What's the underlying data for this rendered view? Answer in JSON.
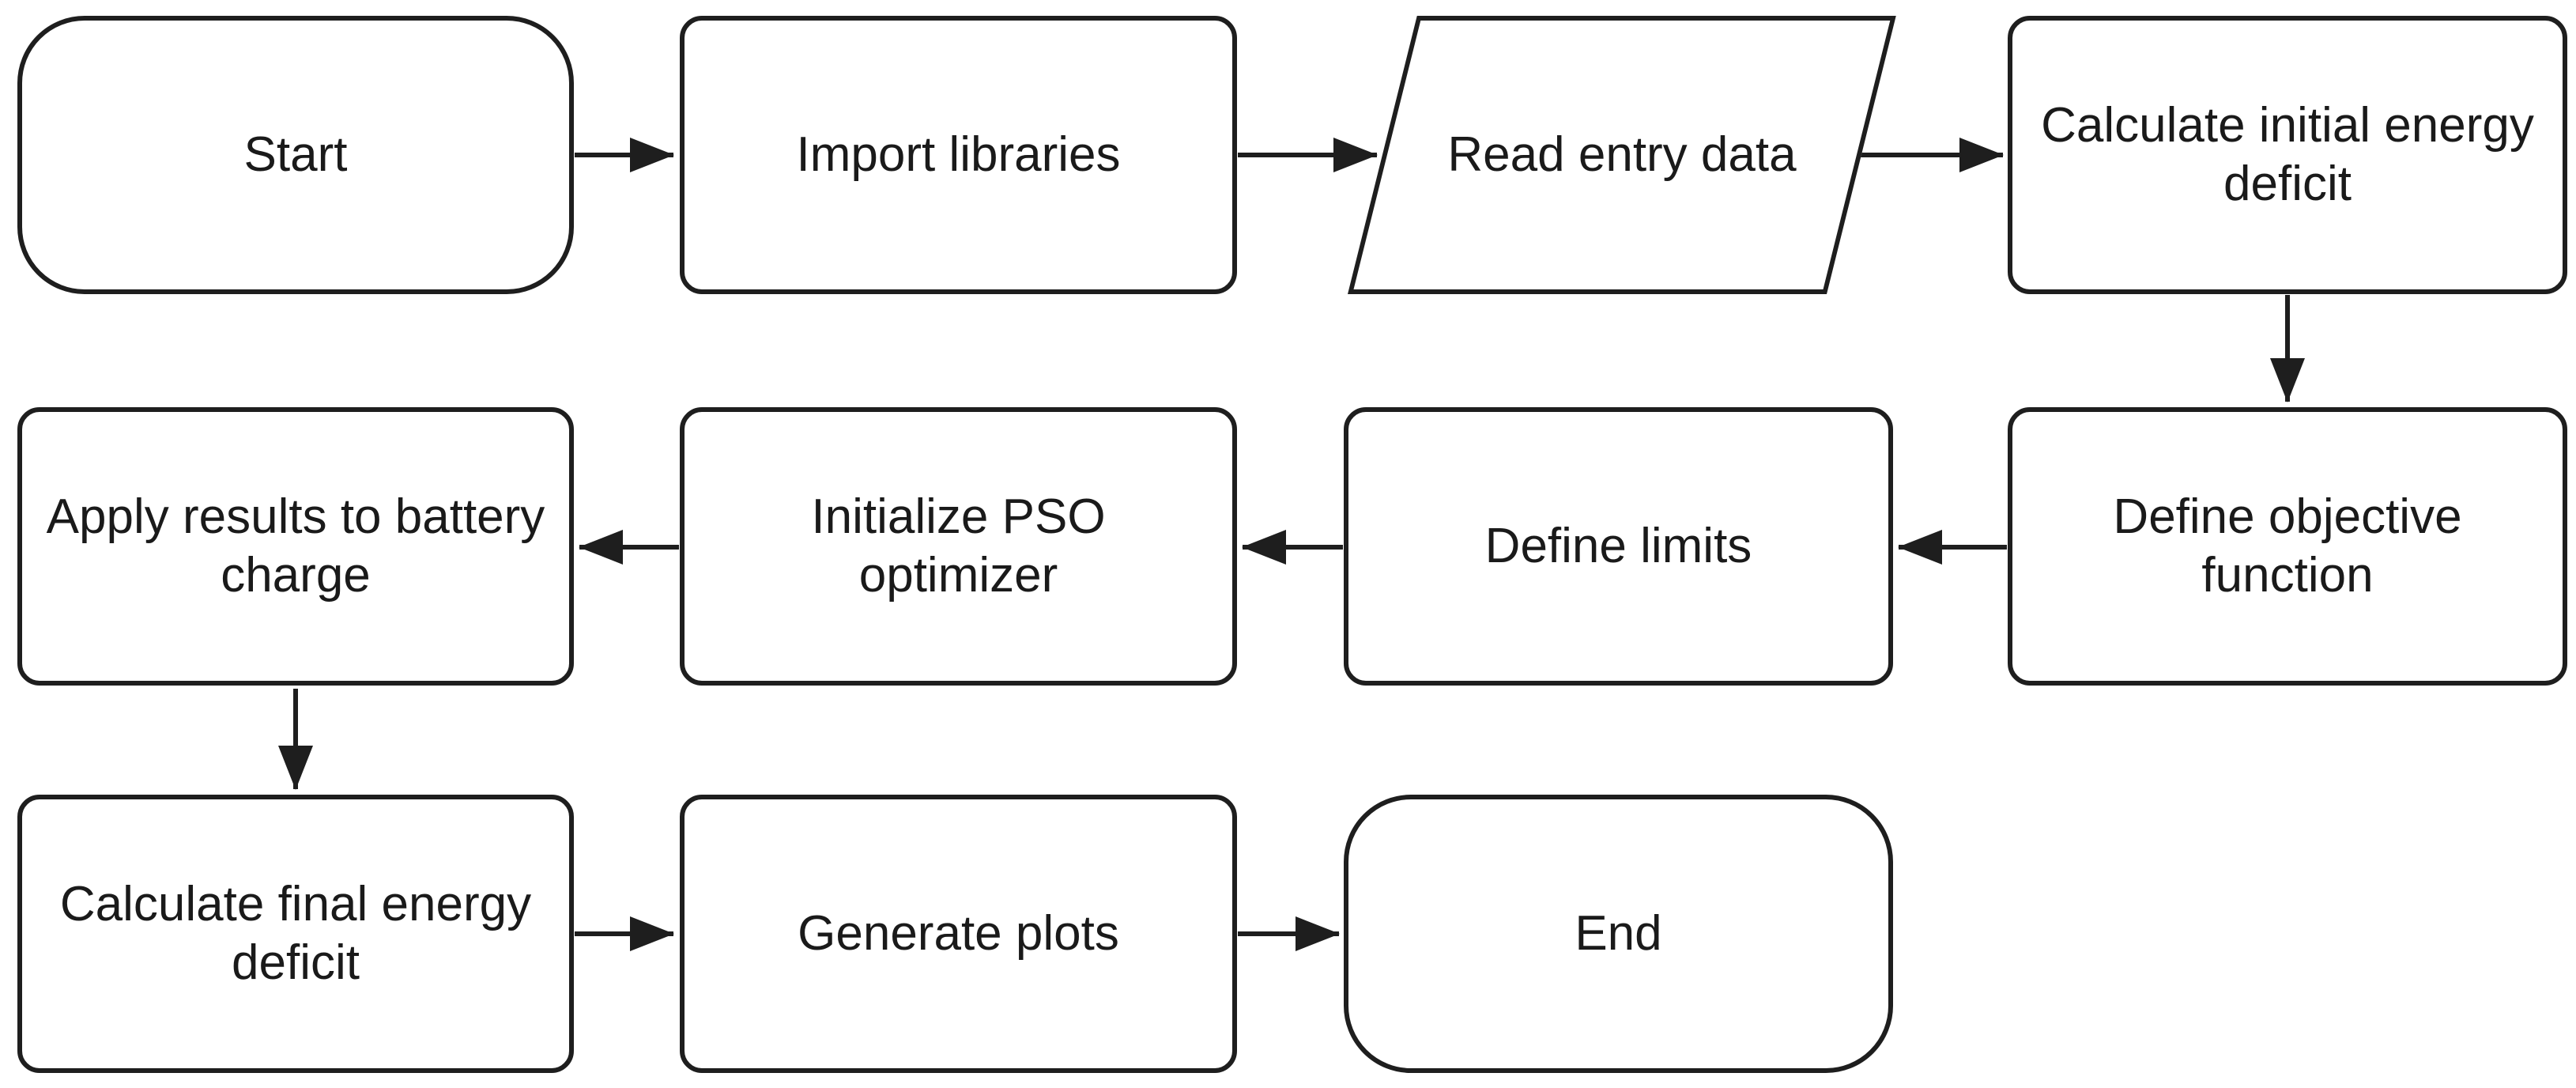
{
  "diagram": {
    "type": "flowchart",
    "background_color": "#ffffff",
    "stroke_color": "#1e1e1e",
    "text_color": "#1a1a1a",
    "node_fill": "#ffffff",
    "nodes": [
      {
        "id": "start",
        "label": "Start",
        "shape": "terminator",
        "row": 1,
        "col": 1
      },
      {
        "id": "import-libraries",
        "label": "Import libraries",
        "shape": "process",
        "row": 1,
        "col": 2
      },
      {
        "id": "read-entry-data",
        "label": "Read entry data",
        "shape": "data-parallelogram",
        "row": 1,
        "col": 3
      },
      {
        "id": "calc-initial",
        "label": "Calculate initial energy\ndeficit",
        "shape": "process",
        "row": 1,
        "col": 4
      },
      {
        "id": "define-objective",
        "label": "Define objective\nfunction",
        "shape": "process",
        "row": 2,
        "col": 4
      },
      {
        "id": "define-limits",
        "label": "Define limits",
        "shape": "process",
        "row": 2,
        "col": 3
      },
      {
        "id": "init-pso",
        "label": "Initialize PSO\noptimizer",
        "shape": "process",
        "row": 2,
        "col": 2
      },
      {
        "id": "apply-results",
        "label": "Apply results to battery\ncharge",
        "shape": "process",
        "row": 2,
        "col": 1
      },
      {
        "id": "calc-final",
        "label": "Calculate final energy\ndeficit",
        "shape": "process",
        "row": 3,
        "col": 1
      },
      {
        "id": "generate-plots",
        "label": "Generate plots",
        "shape": "process",
        "row": 3,
        "col": 2
      },
      {
        "id": "end",
        "label": "End",
        "shape": "terminator",
        "row": 3,
        "col": 3
      }
    ],
    "edges": [
      {
        "from": "start",
        "to": "import-libraries",
        "direction": "right"
      },
      {
        "from": "import-libraries",
        "to": "read-entry-data",
        "direction": "right"
      },
      {
        "from": "read-entry-data",
        "to": "calc-initial",
        "direction": "right"
      },
      {
        "from": "calc-initial",
        "to": "define-objective",
        "direction": "down"
      },
      {
        "from": "define-objective",
        "to": "define-limits",
        "direction": "left"
      },
      {
        "from": "define-limits",
        "to": "init-pso",
        "direction": "left"
      },
      {
        "from": "init-pso",
        "to": "apply-results",
        "direction": "left"
      },
      {
        "from": "apply-results",
        "to": "calc-final",
        "direction": "down"
      },
      {
        "from": "calc-final",
        "to": "generate-plots",
        "direction": "right"
      },
      {
        "from": "generate-plots",
        "to": "end",
        "direction": "right"
      }
    ]
  }
}
